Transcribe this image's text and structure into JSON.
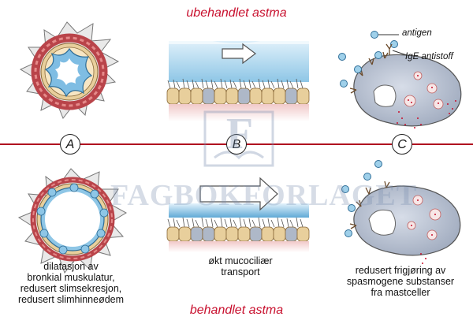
{
  "titles": {
    "top": "ubehandlet astma",
    "bottom": "behandlet astma"
  },
  "panels": {
    "a": "A",
    "b": "B",
    "c": "C"
  },
  "legend": {
    "antigen": "antigen",
    "ige": "IgE antistoff"
  },
  "captions": {
    "a": [
      "dilatasjon av",
      "bronkial muskulatur,",
      "redusert slimsekresjon,",
      "redusert slimhinneødem"
    ],
    "b": [
      "økt mucociliær",
      "transport"
    ],
    "c": [
      "redusert frigjøring av",
      "spasmogene substanser",
      "fra mastceller"
    ]
  },
  "watermark": {
    "text": "FAGBOKFORLAGET",
    "logo_letter": "F"
  },
  "colors": {
    "title_red": "#c8102e",
    "divider_red": "#b01020",
    "mucus_blue": "#9fd0ea",
    "muscle_red": "#b9444a",
    "epithelium_tan": "#e8cf9c",
    "cell_grey": "#aab4c6"
  }
}
